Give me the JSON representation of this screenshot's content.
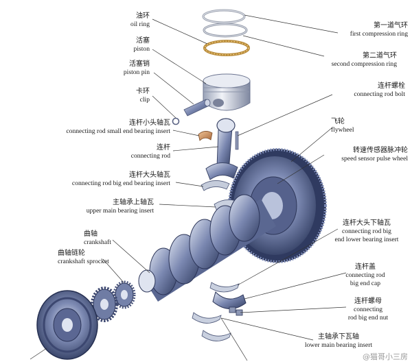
{
  "labels": {
    "oil_ring": {
      "zh": "油环",
      "en": "oil ring"
    },
    "piston": {
      "zh": "活塞",
      "en": "piston"
    },
    "piston_pin": {
      "zh": "活塞销",
      "en": "piston pin"
    },
    "clip": {
      "zh": "卡环",
      "en": "clip"
    },
    "small_end_insert": {
      "zh": "连杆小头轴瓦",
      "en": "connecting rod small end bearing insert"
    },
    "connecting_rod": {
      "zh": "连杆",
      "en": "connecting rod"
    },
    "big_end_insert": {
      "zh": "连杆大头轴瓦",
      "en": "connecting rod big end bearing insert"
    },
    "upper_main_insert": {
      "zh": "主轴承上轴瓦",
      "en": "upper main bearing insert"
    },
    "crankshaft": {
      "zh": "曲轴",
      "en": "crankshaft"
    },
    "crankshaft_sprocket": {
      "zh": "曲轴链轮",
      "en": "crankshaft sprocket"
    },
    "first_ring": {
      "zh": "第一道气环",
      "en": "first compression ring"
    },
    "second_ring": {
      "zh": "第二道气环",
      "en": "second compression ring"
    },
    "rod_bolt": {
      "zh": "连杆螺栓",
      "en": "connecting rod bolt"
    },
    "flywheel": {
      "zh": "飞轮",
      "en": "flywheel"
    },
    "pulse_wheel": {
      "zh": "转速传感器脉冲轮",
      "en": "speed sensor pulse wheel"
    },
    "big_end_lower_insert": {
      "zh": "连杆大头下轴瓦",
      "en1": "connecting rod big",
      "en2": "end lower bearing insert"
    },
    "big_end_cap": {
      "zh": "连杆盖",
      "en1": "connecting rod",
      "en2": "big end cap"
    },
    "big_end_nut": {
      "zh": "连杆螺母",
      "en1": "connecting",
      "en2": "rod big end nut"
    },
    "lower_main_insert": {
      "zh": "主轴承下瓦轴",
      "en": "lower main bearing insert"
    }
  },
  "watermark": "@猫哥小三房",
  "colors": {
    "metal_dark": "#3d4a6e",
    "metal_mid": "#6f7da6",
    "metal_light": "#c5cde2",
    "brass": "#c88a55",
    "leader": "#333333"
  }
}
